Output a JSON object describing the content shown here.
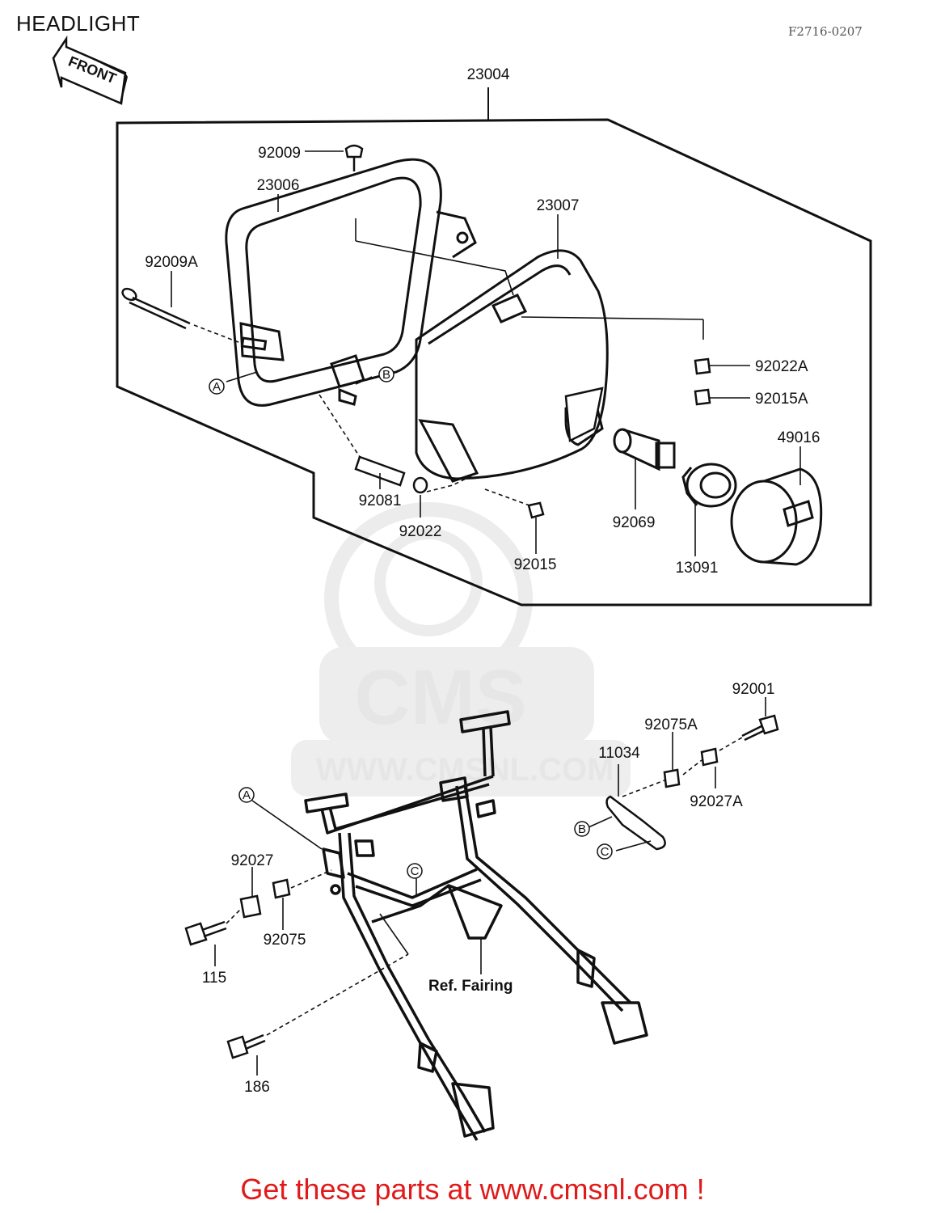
{
  "title": "HEADLIGHT",
  "diagram_code": "F2716-0207",
  "front_arrow_label": "FRONT",
  "watermark": {
    "brand": "CMS",
    "url": "WWW.CMSNL.COM"
  },
  "footer": {
    "text": "Get these parts at www.cmsnl.com !",
    "color": "#e01a1a"
  },
  "parts": {
    "p23004": "23004",
    "p92009": "92009",
    "p23006": "23006",
    "p23007": "23007",
    "p92009A": "92009A",
    "p92022A": "92022A",
    "p92015A": "92015A",
    "p49016": "49016",
    "p92081": "92081",
    "p92022": "92022",
    "p92069": "92069",
    "p92015": "92015",
    "p13091": "13091",
    "p92001": "92001",
    "p92075A": "92075A",
    "p11034": "11034",
    "p92027A": "92027A",
    "p92027": "92027",
    "p92075": "92075",
    "p115": "115",
    "p186": "186"
  },
  "ref_labels": {
    "A": "A",
    "B": "B",
    "C": "C"
  },
  "ref_fairing": "Ref.  Fairing"
}
